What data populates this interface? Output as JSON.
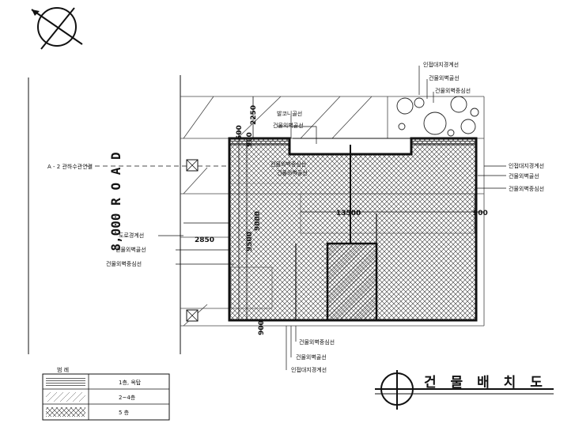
{
  "road": {
    "label": "8,000 R O A D",
    "left_note": "A - 2 관하수관연결"
  },
  "labels": {
    "adjacent_boundary_top": "인접대지경계선",
    "wall_line_top": "건물외벽골선",
    "wall_center_top": "건물외벽중심선",
    "balcony_line": "발코니골선",
    "wall_line_mid": "건물외벽골선",
    "adjacent_boundary_right": "인접대지경계선",
    "wall_line_right": "건물외벽골선",
    "wall_center_right": "건물외벽중심선",
    "road_boundary": "도로경계선",
    "wall_line_left": "건물외벽골선",
    "wall_center_left": "건물외벽중심선",
    "wall_center_bottom": "건물외벽중심선",
    "wall_line_bottom": "건물외벽골선",
    "adjacent_boundary_bottom": "인접대지경계선",
    "inner_note_1": "건물외벽중심선",
    "inner_note_2": "건물외벽골선"
  },
  "dimensions": {
    "top_2250": "2250",
    "top_500": "500",
    "top_900": "900",
    "width_13500": "13500",
    "right_900": "900",
    "left_2850": "2850",
    "height_a": "9500",
    "height_b": "9000",
    "bottom_900": "900"
  },
  "legend": {
    "title": "범 례",
    "rows": [
      {
        "text": "1층, 옥탑"
      },
      {
        "text": "2~4층"
      },
      {
        "text": "5 층"
      }
    ]
  },
  "drawing_title": "건 물 배 치 도"
}
